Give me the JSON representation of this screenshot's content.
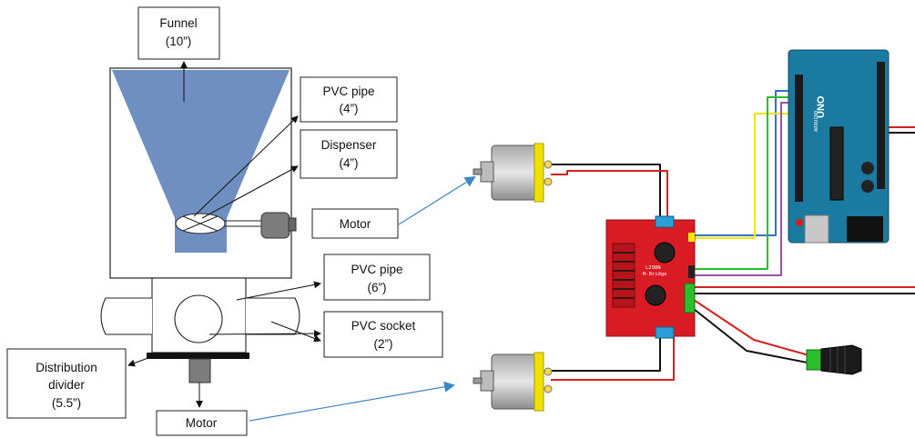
{
  "labels": {
    "funnel": [
      "Funnel",
      "(10”)"
    ],
    "pvc_pipe_4": [
      "PVC pipe",
      "(4”)"
    ],
    "dispenser": [
      "Dispenser",
      "(4”)"
    ],
    "motor_top": "Motor",
    "pvc_pipe_6": [
      "PVC pipe",
      "(6”)"
    ],
    "pvc_socket": [
      "PVC socket",
      "(2”)"
    ],
    "distribution_divider": [
      "Distribution",
      "divider",
      "(5.5”)"
    ],
    "motor_bottom": "Motor"
  },
  "board_text": {
    "l298n": "L298N",
    "hbridge": "H-Bridge",
    "arduino": "UNO",
    "arduino_brand": "ARDUINO"
  },
  "colors": {
    "funnel_fill": "#6e8fbf",
    "arrow_blue": "#3f86c7",
    "driver_board": "#d91c24",
    "arduino_board": "#1b7aa0",
    "wire_red": "#d61f1f",
    "wire_black": "#111111",
    "wire_yellow": "#f2e600",
    "wire_green": "#2bbf2b",
    "wire_blue": "#3470c8",
    "wire_purple": "#9b4fb0"
  }
}
